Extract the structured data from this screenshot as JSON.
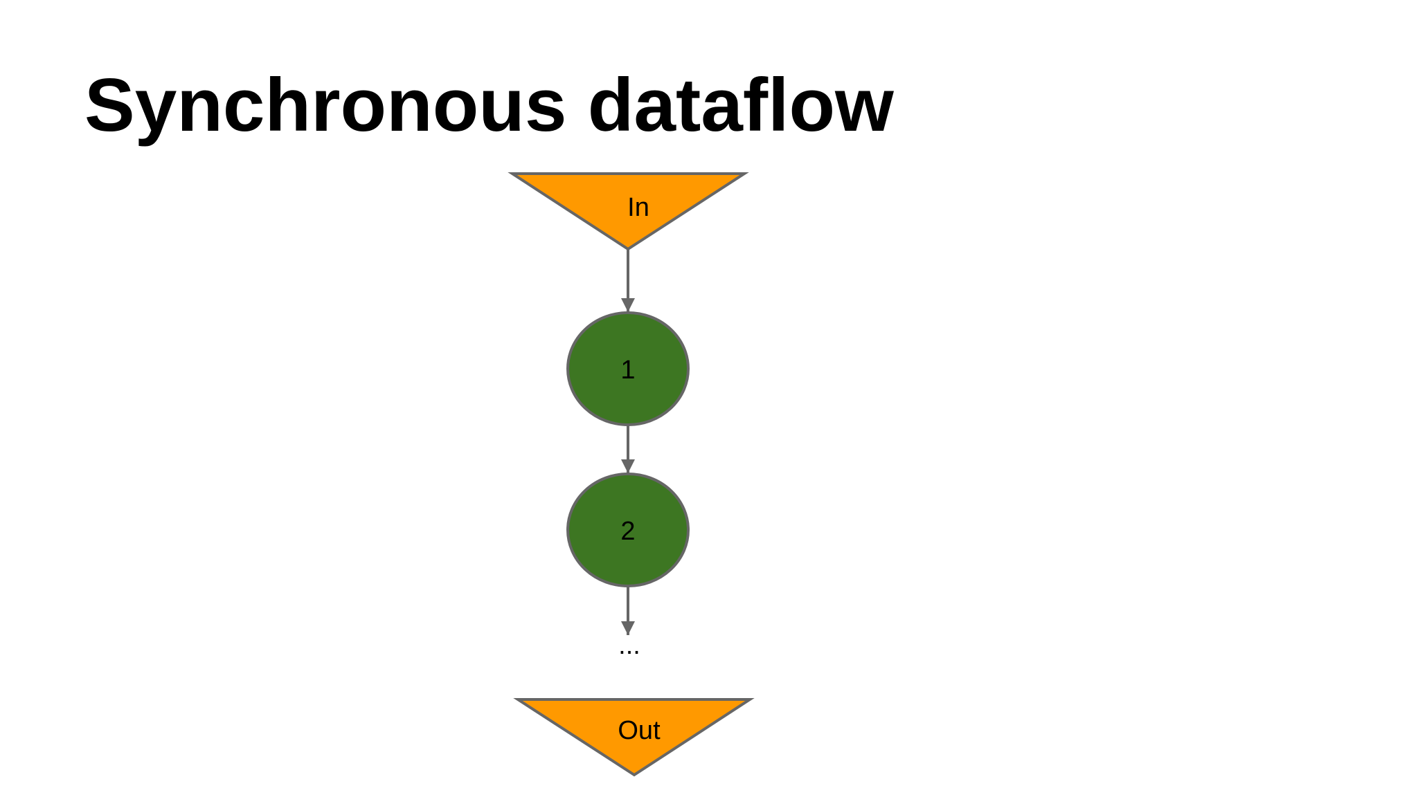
{
  "slide": {
    "title": "Synchronous dataflow"
  },
  "diagram": {
    "colors": {
      "io_fill": "#ff9900",
      "stage_fill": "#3d7622",
      "stroke": "#666666",
      "text": "#000000"
    },
    "nodes": {
      "input": {
        "label": "In",
        "shape": "inverted-triangle"
      },
      "stage1": {
        "label": "1",
        "shape": "circle"
      },
      "stage2": {
        "label": "2",
        "shape": "circle"
      },
      "ellipsis": {
        "label": "..."
      },
      "output": {
        "label": "Out",
        "shape": "inverted-triangle"
      }
    },
    "edges": [
      {
        "from": "input",
        "to": "stage1"
      },
      {
        "from": "stage1",
        "to": "stage2"
      },
      {
        "from": "stage2",
        "to": "ellipsis"
      }
    ]
  }
}
